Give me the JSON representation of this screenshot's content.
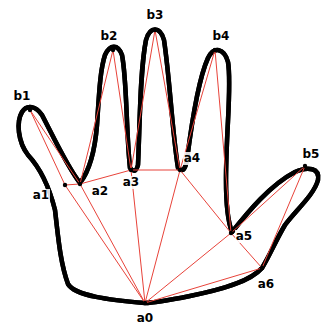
{
  "diagram": {
    "labels": [
      "b1",
      "b2",
      "b3",
      "b4",
      "b5",
      "a1",
      "a2",
      "a3",
      "a4",
      "a5",
      "a6",
      "a0"
    ]
  }
}
